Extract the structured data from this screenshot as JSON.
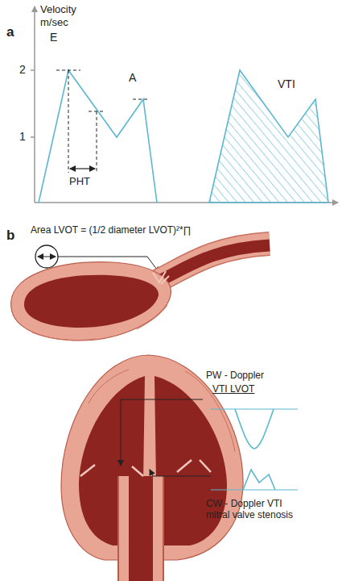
{
  "diagram": {
    "labels": [
      "Velocity",
      "m/sec",
      "a",
      "E",
      "2",
      "1",
      "A",
      "PHT",
      "VTI",
      "b",
      "Area LVOT = (1/2 diameter LVOT)²*∏",
      "PW - Doppler",
      "VTI LVOT",
      "CW - Doppler VTI mitral valve stenosis"
    ]
  }
}
